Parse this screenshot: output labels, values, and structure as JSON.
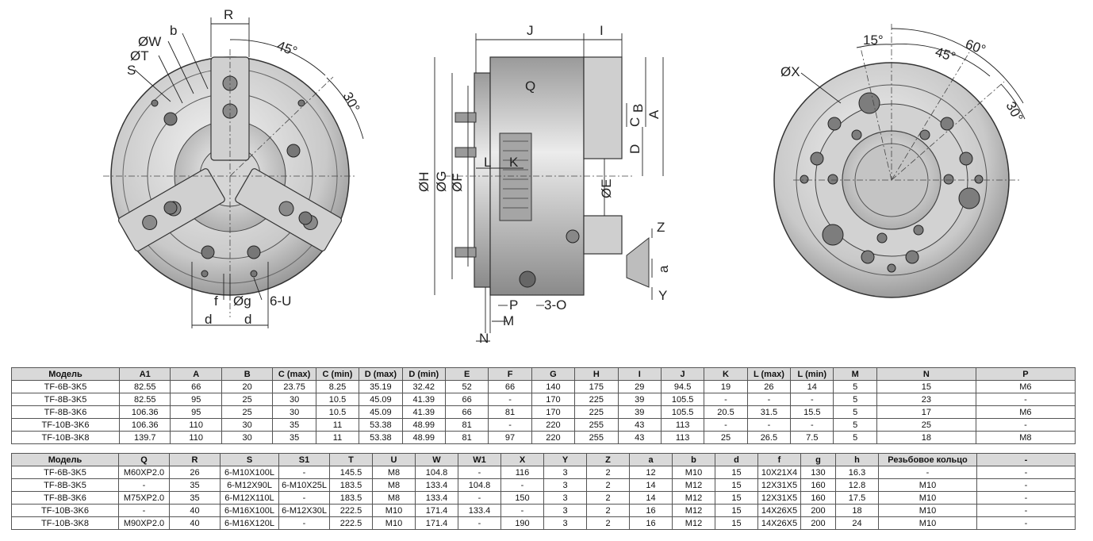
{
  "labels": {
    "front": {
      "R": "R",
      "b": "b",
      "W": "ØW",
      "T": "ØT",
      "S": "S",
      "deg45": "45°",
      "deg30": "30°",
      "f": "f",
      "g": "Øg",
      "U": "6-U",
      "d1": "d",
      "d2": "d"
    },
    "side": {
      "J": "J",
      "I": "I",
      "Q": "Q",
      "B": "B",
      "A": "A",
      "C": "C",
      "D": "D",
      "H": "ØH",
      "G": "ØG",
      "F": "ØF",
      "E": "ØE",
      "L": "L",
      "K": "K",
      "P": "P",
      "O": "3-O",
      "M": "M",
      "N": "N",
      "Z": "Z",
      "a": "a",
      "Y": "Y"
    },
    "back": {
      "X": "ØX",
      "deg15": "15°",
      "deg60": "60°",
      "deg45": "45°",
      "deg30": "30°"
    }
  },
  "table1": {
    "headers": [
      "Модель",
      "A1",
      "A",
      "B",
      "C (max)",
      "C (min)",
      "D (max)",
      "D (min)",
      "E",
      "F",
      "G",
      "H",
      "I",
      "J",
      "K",
      "L (max)",
      "L (min)",
      "M",
      "N",
      "P"
    ],
    "rows": [
      [
        "TF-6B-3K5",
        "82.55",
        "66",
        "20",
        "23.75",
        "8.25",
        "35.19",
        "32.42",
        "52",
        "66",
        "140",
        "175",
        "29",
        "94.5",
        "19",
        "26",
        "14",
        "5",
        "15",
        "M6"
      ],
      [
        "TF-8B-3K5",
        "82.55",
        "95",
        "25",
        "30",
        "10.5",
        "45.09",
        "41.39",
        "66",
        "-",
        "170",
        "225",
        "39",
        "105.5",
        "-",
        "-",
        "-",
        "5",
        "23",
        "-"
      ],
      [
        "TF-8B-3K6",
        "106.36",
        "95",
        "25",
        "30",
        "10.5",
        "45.09",
        "41.39",
        "66",
        "81",
        "170",
        "225",
        "39",
        "105.5",
        "20.5",
        "31.5",
        "15.5",
        "5",
        "17",
        "M6"
      ],
      [
        "TF-10B-3K6",
        "106.36",
        "110",
        "30",
        "35",
        "11",
        "53.38",
        "48.99",
        "81",
        "-",
        "220",
        "255",
        "43",
        "113",
        "-",
        "-",
        "-",
        "5",
        "25",
        "-"
      ],
      [
        "TF-10B-3K8",
        "139.7",
        "110",
        "30",
        "35",
        "11",
        "53.38",
        "48.99",
        "81",
        "97",
        "220",
        "255",
        "43",
        "113",
        "25",
        "26.5",
        "7.5",
        "5",
        "18",
        "M8"
      ]
    ]
  },
  "table2": {
    "headers": [
      "Модель",
      "Q",
      "R",
      "S",
      "S1",
      "T",
      "U",
      "W",
      "W1",
      "X",
      "Y",
      "Z",
      "a",
      "b",
      "d",
      "f",
      "g",
      "h",
      "Резьбовое кольцо",
      "-"
    ],
    "rows": [
      [
        "TF-6B-3K5",
        "M60XP2.0",
        "26",
        "6-M10X100L",
        "-",
        "145.5",
        "M8",
        "104.8",
        "-",
        "116",
        "3",
        "2",
        "12",
        "M10",
        "15",
        "10X21X4",
        "130",
        "16.3",
        "-",
        "-"
      ],
      [
        "TF-8B-3K5",
        "-",
        "35",
        "6-M12X90L",
        "6-M10X25L",
        "183.5",
        "M8",
        "133.4",
        "104.8",
        "-",
        "3",
        "2",
        "14",
        "M12",
        "15",
        "12X31X5",
        "160",
        "12.8",
        "M10",
        "-"
      ],
      [
        "TF-8B-3K6",
        "M75XP2.0",
        "35",
        "6-M12X110L",
        "-",
        "183.5",
        "M8",
        "133.4",
        "-",
        "150",
        "3",
        "2",
        "14",
        "M12",
        "15",
        "12X31X5",
        "160",
        "17.5",
        "M10",
        "-"
      ],
      [
        "TF-10B-3K6",
        "-",
        "40",
        "6-M16X100L",
        "6-M12X30L",
        "222.5",
        "M10",
        "171.4",
        "133.4",
        "-",
        "3",
        "2",
        "16",
        "M12",
        "15",
        "14X26X5",
        "200",
        "18",
        "M10",
        "-"
      ],
      [
        "TF-10B-3K8",
        "M90XP2.0",
        "40",
        "6-M16X120L",
        "-",
        "222.5",
        "M10",
        "171.4",
        "-",
        "190",
        "3",
        "2",
        "16",
        "M12",
        "15",
        "14X26X5",
        "200",
        "24",
        "M10",
        "-"
      ]
    ]
  },
  "colors": {
    "metal_light": "#e6e6e6",
    "metal_mid": "#bdbdbd",
    "metal_dark": "#7a7a7a",
    "line": "#222222",
    "header_bg": "#d9d9d9"
  }
}
